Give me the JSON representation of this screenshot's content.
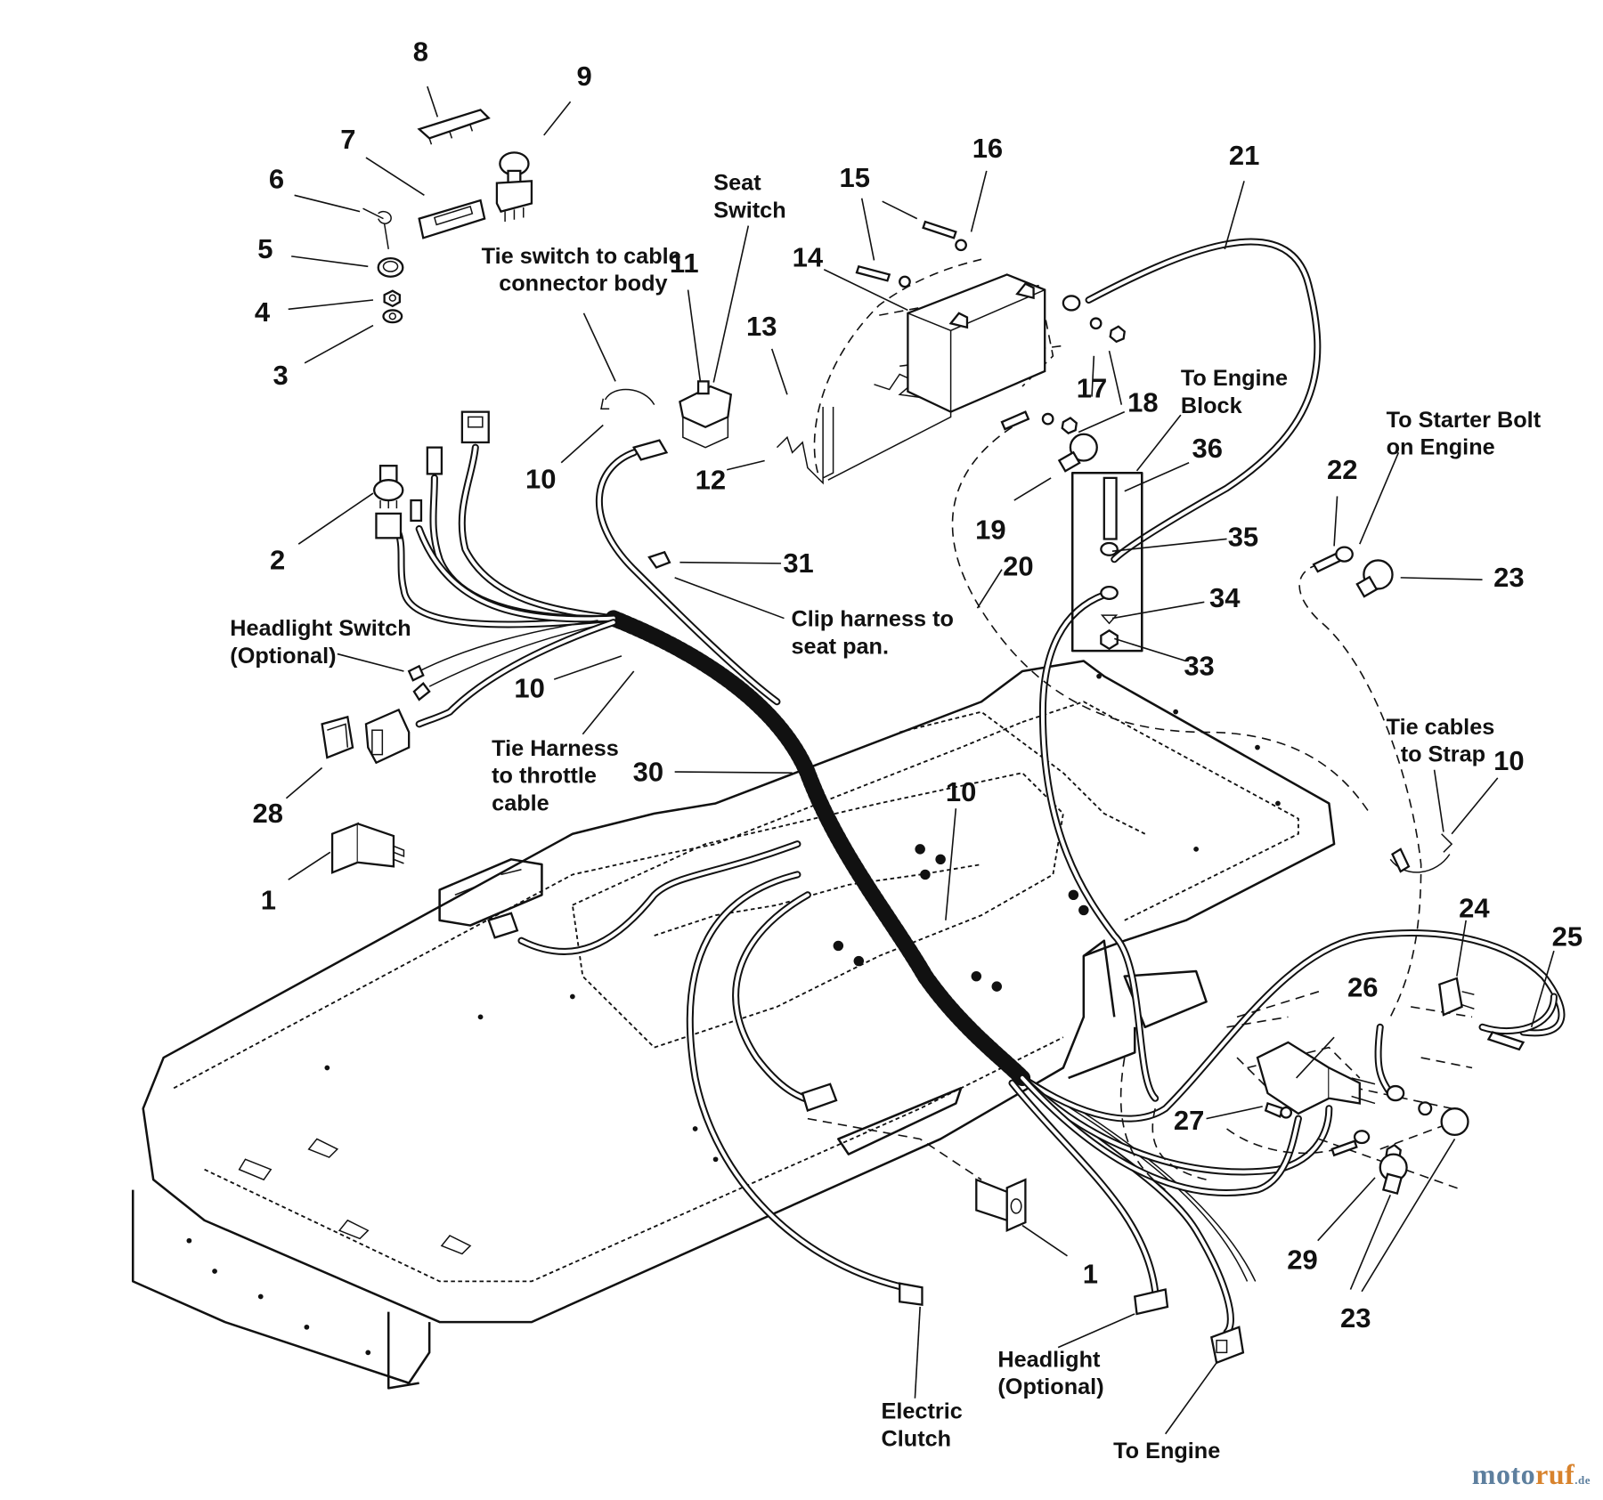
{
  "diagram": {
    "title": "Wiring harness / battery / electrical components exploded parts diagram",
    "callouts": [
      {
        "id": "c1a",
        "label": "1"
      },
      {
        "id": "c1b",
        "label": "1"
      },
      {
        "id": "c2",
        "label": "2"
      },
      {
        "id": "c3",
        "label": "3"
      },
      {
        "id": "c4",
        "label": "4"
      },
      {
        "id": "c5",
        "label": "5"
      },
      {
        "id": "c6",
        "label": "6"
      },
      {
        "id": "c7",
        "label": "7"
      },
      {
        "id": "c8",
        "label": "8"
      },
      {
        "id": "c9",
        "label": "9"
      },
      {
        "id": "c10a",
        "label": "10"
      },
      {
        "id": "c10b",
        "label": "10"
      },
      {
        "id": "c10c",
        "label": "10"
      },
      {
        "id": "c10d",
        "label": "10"
      },
      {
        "id": "c11",
        "label": "11"
      },
      {
        "id": "c12",
        "label": "12"
      },
      {
        "id": "c13",
        "label": "13"
      },
      {
        "id": "c14",
        "label": "14"
      },
      {
        "id": "c15",
        "label": "15"
      },
      {
        "id": "c16",
        "label": "16"
      },
      {
        "id": "c17",
        "label": "17"
      },
      {
        "id": "c18",
        "label": "18"
      },
      {
        "id": "c19",
        "label": "19"
      },
      {
        "id": "c20",
        "label": "20"
      },
      {
        "id": "c21",
        "label": "21"
      },
      {
        "id": "c22",
        "label": "22"
      },
      {
        "id": "c23a",
        "label": "23"
      },
      {
        "id": "c23b",
        "label": "23"
      },
      {
        "id": "c24",
        "label": "24"
      },
      {
        "id": "c25",
        "label": "25"
      },
      {
        "id": "c26",
        "label": "26"
      },
      {
        "id": "c27",
        "label": "27"
      },
      {
        "id": "c28",
        "label": "28"
      },
      {
        "id": "c29",
        "label": "29"
      },
      {
        "id": "c30",
        "label": "30"
      },
      {
        "id": "c31",
        "label": "31"
      },
      {
        "id": "c33",
        "label": "33"
      },
      {
        "id": "c34",
        "label": "34"
      },
      {
        "id": "c35",
        "label": "35"
      },
      {
        "id": "c36",
        "label": "36"
      }
    ],
    "notes": [
      {
        "id": "seat_switch",
        "lines": [
          "Seat",
          "Switch"
        ]
      },
      {
        "id": "tie_switch",
        "lines": [
          "Tie switch to cable",
          "connector body"
        ]
      },
      {
        "id": "to_engine_block",
        "lines": [
          "To Engine",
          "Block"
        ]
      },
      {
        "id": "to_starter_bolt",
        "lines": [
          "To Starter Bolt",
          "on Engine"
        ]
      },
      {
        "id": "headlight_switch",
        "lines": [
          "Headlight Switch",
          "(Optional)"
        ]
      },
      {
        "id": "clip_harness",
        "lines": [
          "Clip harness to",
          "seat pan."
        ]
      },
      {
        "id": "tie_harness",
        "lines": [
          "Tie Harness",
          "to throttle",
          "cable"
        ]
      },
      {
        "id": "tie_cables",
        "lines": [
          "Tie cables",
          "to Strap"
        ]
      },
      {
        "id": "headlight",
        "lines": [
          "Headlight",
          "(Optional)"
        ]
      },
      {
        "id": "electric_clutch",
        "lines": [
          "Electric",
          "Clutch"
        ]
      },
      {
        "id": "to_engine",
        "lines": [
          "To Engine"
        ]
      }
    ]
  },
  "watermark": {
    "part1": "moto",
    "part2": "ruf",
    "part3": ".de"
  }
}
